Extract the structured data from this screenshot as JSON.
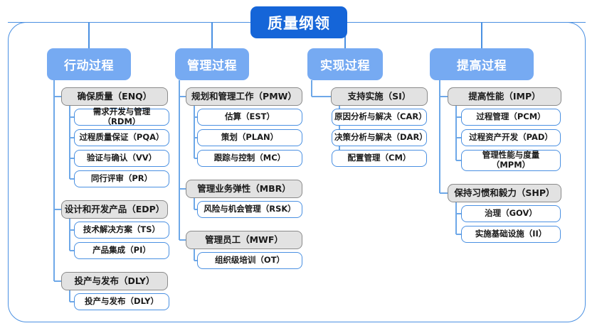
{
  "diagram": {
    "type": "tree-hierarchy",
    "root": {
      "label": "质量纲领"
    },
    "colors": {
      "root_fill": "#1565d8",
      "column_header_fill": "#76aaf2",
      "group_fill": "#e2e2e2",
      "group_border": "#8a8a8a",
      "leaf_fill": "#ffffff",
      "leaf_border": "#4a90e2",
      "connector": "#6ea8e8",
      "frame_border": "#4a90e2",
      "text": "#1a1a1a",
      "header_text": "#ffffff"
    },
    "columns": [
      {
        "header": "行动过程",
        "groups": [
          {
            "label": "确保质量（ENQ）",
            "children": [
              "需求开发与管理（RDM）",
              "过程质量保证（PQA）",
              "验证与确认（VV）",
              "同行评审（PR）"
            ]
          },
          {
            "label": "设计和开发产品（EDP）",
            "children": [
              "技术解决方案（TS）",
              "产品集成（PI）"
            ]
          },
          {
            "label": "投产与发布（DLY）",
            "children": [
              "投产与发布（DLY）"
            ]
          }
        ]
      },
      {
        "header": "管理过程",
        "groups": [
          {
            "label": "规划和管理工作（PMW）",
            "children": [
              "估算（EST）",
              "策划（PLAN）",
              "跟踪与控制（MC）"
            ]
          },
          {
            "label": "管理业务弹性（MBR）",
            "children": [
              "风险与机会管理（RSK）"
            ]
          },
          {
            "label": "管理员工（MWF）",
            "children": [
              "组织级培训（OT）"
            ]
          }
        ]
      },
      {
        "header": "实现过程",
        "groups": [
          {
            "label": "支持实施（SI）",
            "children": [
              "原因分析与解决（CAR）",
              "决策分析与解决（DAR）",
              "配置管理（CM）"
            ]
          }
        ]
      },
      {
        "header": "提高过程",
        "groups": [
          {
            "label": "提高性能（IMP）",
            "children": [
              "过程管理（PCM）",
              "过程资产开发（PAD）",
              "管理性能与度量\n（MPM）"
            ]
          },
          {
            "label": "保持习惯和毅力（SHP）",
            "children": [
              "治理（GOV）",
              "实施基础设施（II）"
            ]
          }
        ]
      }
    ]
  }
}
